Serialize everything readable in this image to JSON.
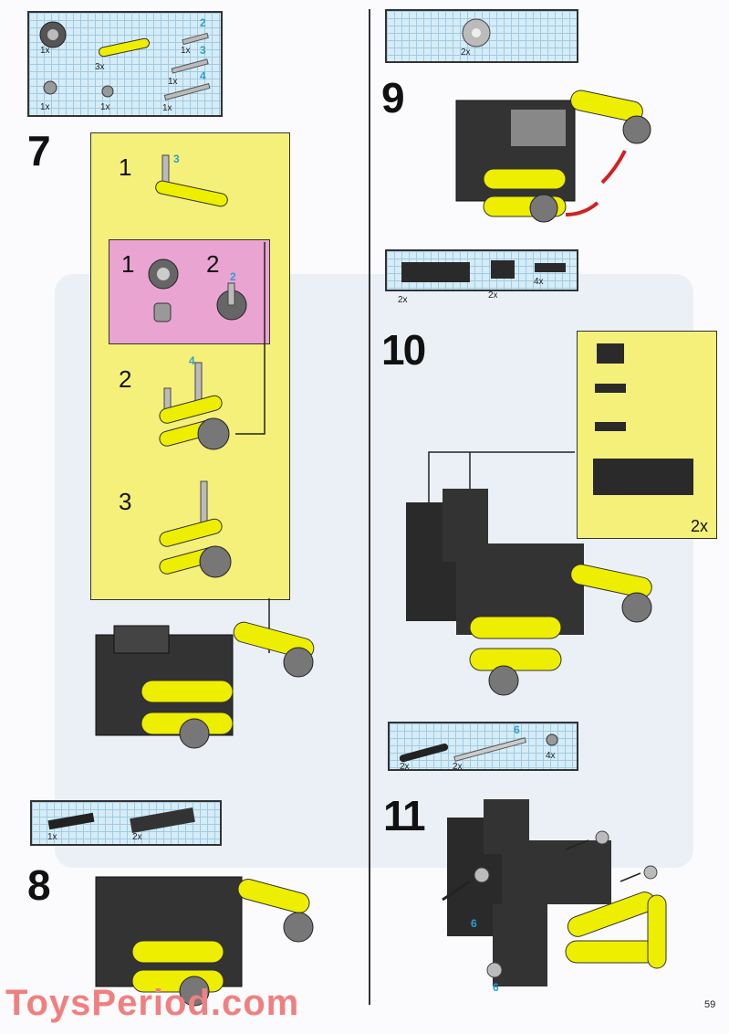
{
  "page_number": "59",
  "watermark": "ToysPeriod.com",
  "step7": {
    "number": "7",
    "parts": {
      "gear_qty": "1x",
      "liftarm_qty": "3x",
      "axle2_qty": "1x",
      "axle2_len": "2",
      "axle3_qty": "1x",
      "axle3_len": "3",
      "axle4_qty": "1x",
      "axle4_len": "4",
      "connector_qty": "1x",
      "bush_qty": "1x"
    },
    "substeps": [
      "1",
      "2",
      "3"
    ],
    "axle_labels": [
      "3",
      "4"
    ],
    "pink_substeps": [
      "1",
      "2"
    ],
    "pink_axle_label": "2"
  },
  "step8": {
    "number": "8",
    "parts": {
      "plate4_qty": "1x",
      "plate6_qty": "2x"
    }
  },
  "step9": {
    "number": "9",
    "parts": {
      "gear_qty": "2x"
    }
  },
  "step10": {
    "number": "10",
    "parts": {
      "brick6_qty": "2x",
      "brick2_qty": "2x",
      "plate2_qty": "4x"
    },
    "sub_multiplier": "2x"
  },
  "step11": {
    "number": "11",
    "parts": {
      "beam_qty": "2x",
      "axle_qty": "2x",
      "axle_len": "6",
      "bush_qty": "4x"
    },
    "callouts": [
      "6",
      "6"
    ]
  },
  "colors": {
    "part_box": "#d6ecf7",
    "sub_panel": "#f4f07a",
    "pink_panel": "#eaa4d2",
    "arrow": "#d22020",
    "label_blue": "#2aa0d0"
  }
}
